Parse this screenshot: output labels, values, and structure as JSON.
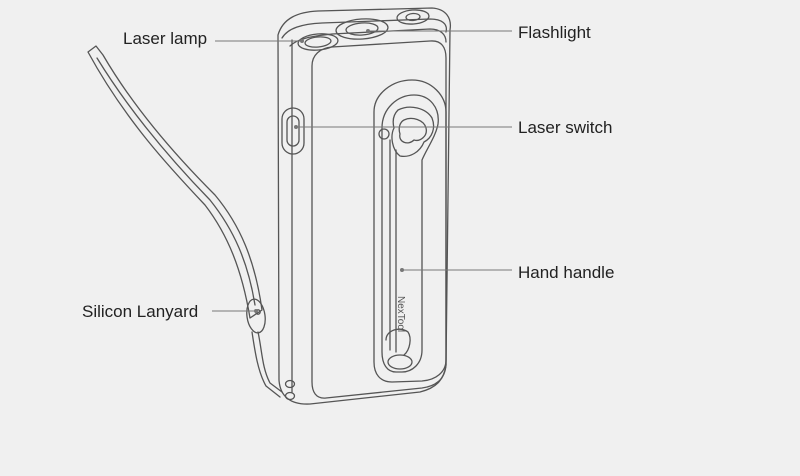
{
  "labels": {
    "laser_lamp": "Laser lamp",
    "flashlight": "Flashlight",
    "laser_switch": "Laser switch",
    "hand_handle": "Hand handle",
    "silicon_lanyard": "Silicon Lanyard"
  },
  "brand_text": "NexTool",
  "colors": {
    "background": "#f0f0f0",
    "outline": "#555555",
    "leader_line": "#777777",
    "text": "#222222"
  }
}
